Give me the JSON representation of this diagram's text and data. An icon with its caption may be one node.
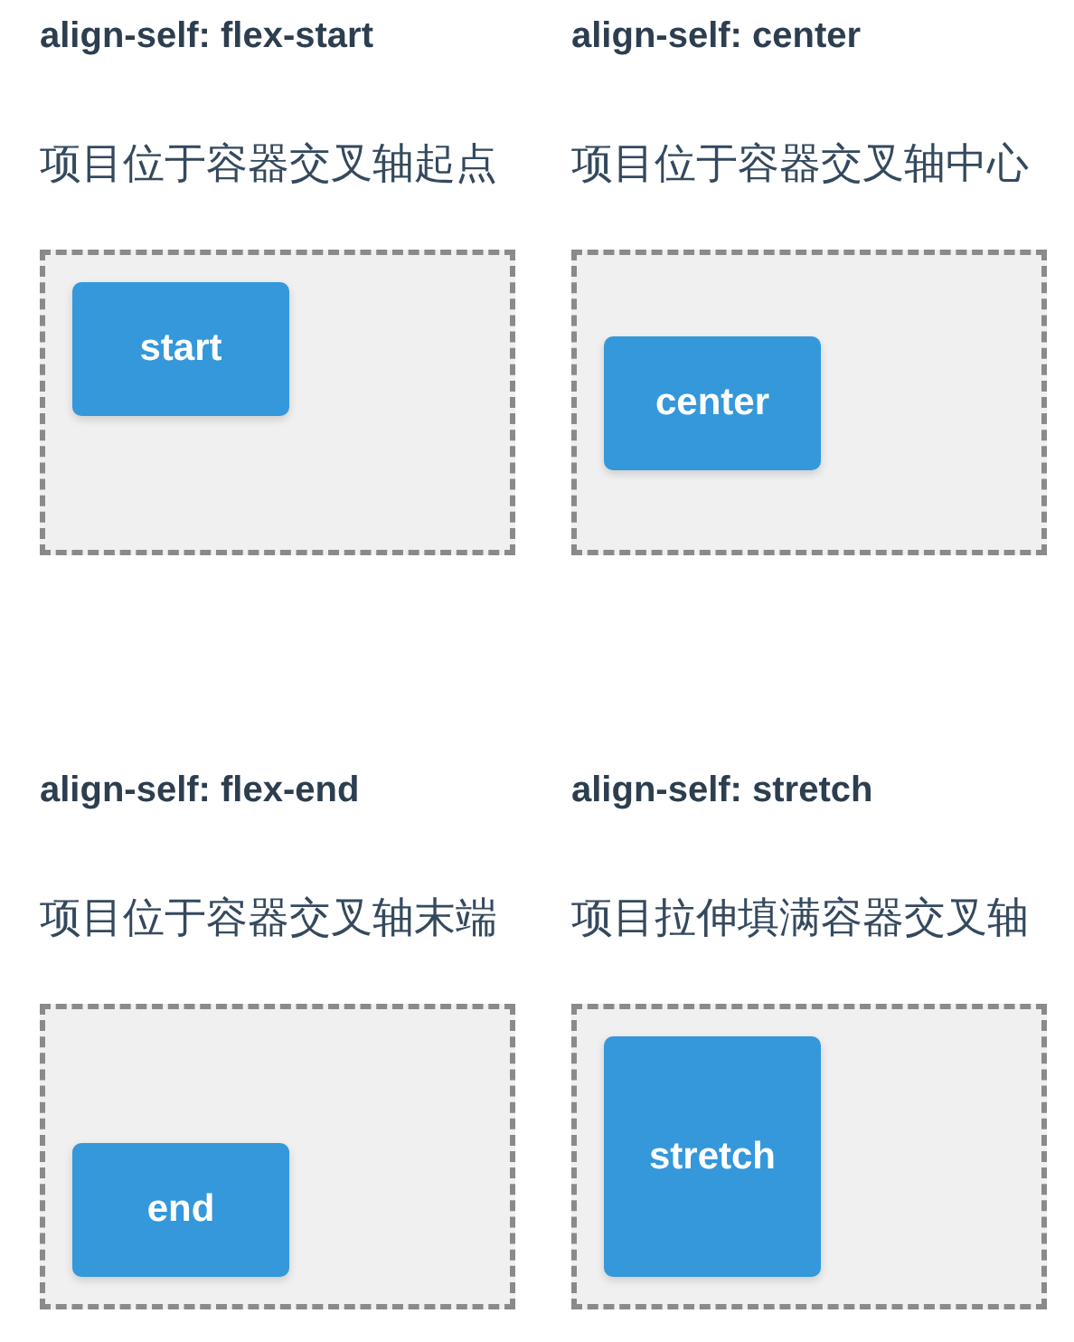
{
  "diagram": {
    "nodes": [
      {
        "text": [],
        "shape": "box",
        "beside": [
          "align-self: flex-start",
          "项目位于容器交叉轴起点"
        ]
      },
      {
        "text": [
          "start"
        ],
        "in": 0
      },
      {
        "text": [],
        "shape": "box",
        "beside": [
          "align-self: center",
          "项目位于容器交叉轴中心"
        ]
      },
      {
        "text": [
          "center"
        ],
        "in": 2
      },
      {
        "text": [],
        "shape": "box",
        "beside": [
          "align-self: flex-end",
          "项目位于容器交叉轴末端"
        ]
      },
      {
        "text": [
          "end"
        ],
        "in": 4
      },
      {
        "text": [],
        "shape": "box",
        "beside": [
          "align-self: stretch",
          "项目拉伸填满容器交叉轴"
        ]
      },
      {
        "text": [
          "stretch"
        ],
        "in": 6
      }
    ]
  }
}
